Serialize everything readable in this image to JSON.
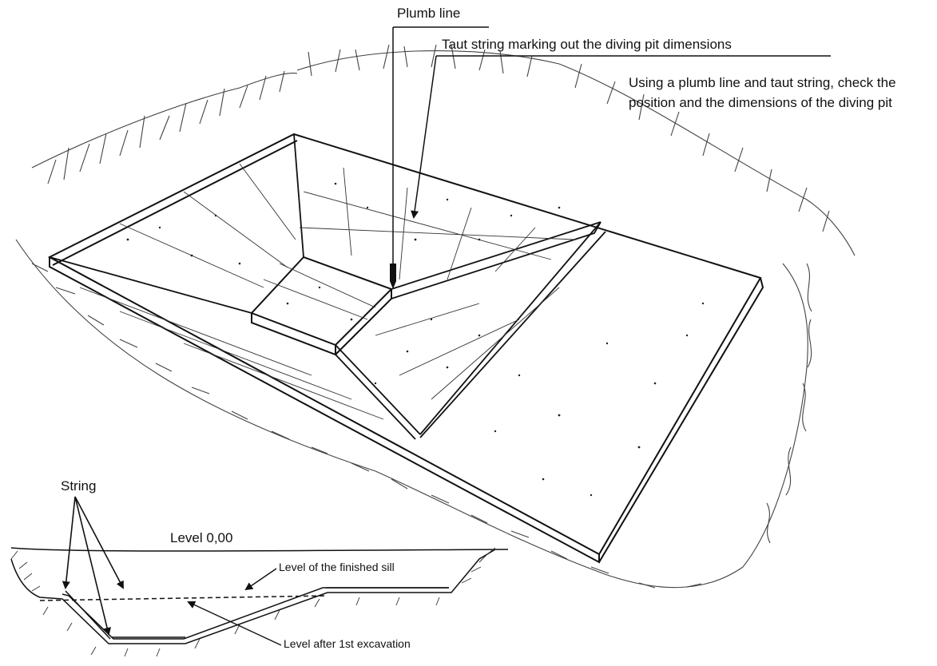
{
  "labels": {
    "plumb_line": "Plumb line",
    "taut_string": "Taut string marking out the diving pit dimensions",
    "instruction": "Using a plumb line and taut string, check the position and the dimensions of the diving pit",
    "string": "String",
    "level_zero": "Level 0,00",
    "finished_sill": "Level of the finished sill",
    "first_excavation": "Level after 1st excavation"
  },
  "colors": {
    "ink": "#111111",
    "background": "#ffffff"
  }
}
